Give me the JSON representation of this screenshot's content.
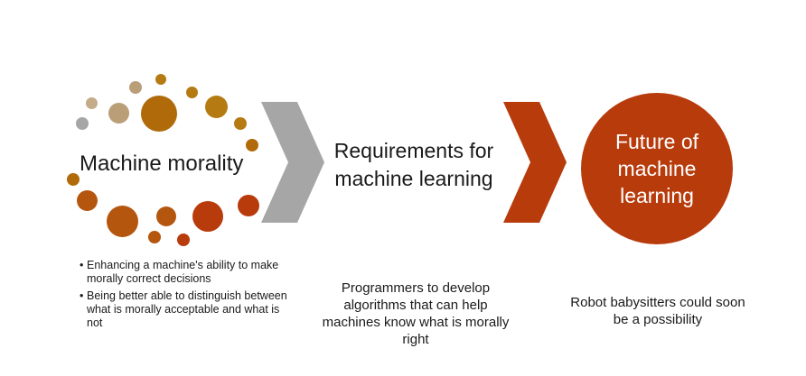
{
  "stage1": {
    "title": "Machine morality",
    "bullets": [
      "Enhancing a machine's ability to make morally correct decisions",
      "Being better able to distinguish between what is morally acceptable and what is not"
    ]
  },
  "stage2": {
    "title": "Requirements for machine learning",
    "description": "Programmers to develop algorithms that can help machines know what is morally right"
  },
  "stage3": {
    "title": "Future of machine learning",
    "description": "Robot babysitters could soon be a possibility"
  },
  "colors": {
    "gray_chevron": "#a6a6a6",
    "red_chevron": "#b83b0c",
    "circle": "#b83b0c",
    "dot_gold": "#b57a12",
    "dot_tan": "#b99e78",
    "dot_gray": "#a6a6a6",
    "dot_orange": "#b5560f",
    "dot_red": "#b83b0c"
  }
}
